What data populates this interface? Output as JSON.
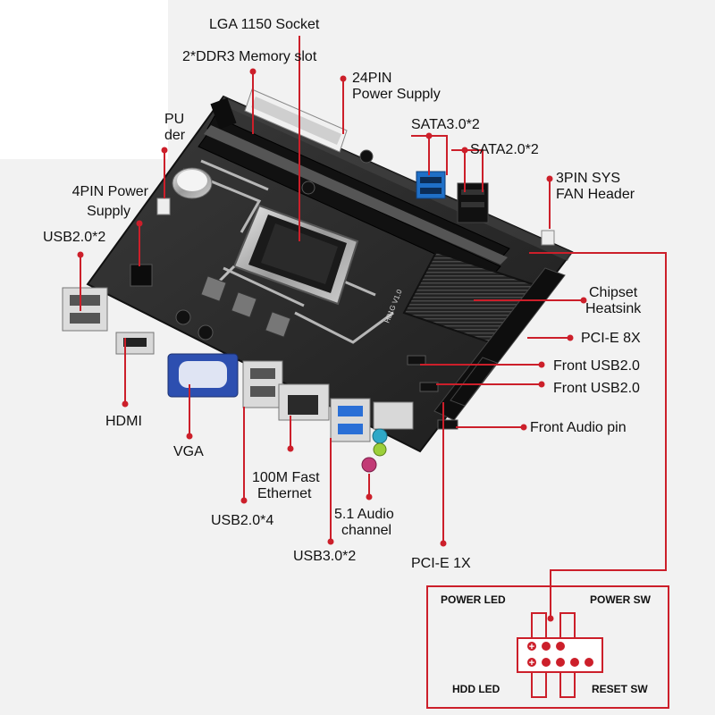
{
  "labels": {
    "lga_socket": "LGA 1150 Socket",
    "ddr3_slot": "2*DDR3 Memory slot",
    "power_24pin_l1": "24PIN",
    "power_24pin_l2": "Power Supply",
    "cpu_fan_l1": "PU",
    "cpu_fan_l2": "der",
    "sata3": "SATA3.0*2",
    "sata2": "SATA2.0*2",
    "sys_fan_l1": "3PIN SYS",
    "sys_fan_l2": "FAN Header",
    "power_4pin_l1": "4PIN Power",
    "power_4pin_l2": "Supply",
    "usb20x2": "USB2.0*2",
    "chipset_l1": "Chipset",
    "chipset_l2": "Heatsink",
    "pcie8x": "PCI-E 8X",
    "front_usb_1": "Front USB2.0",
    "front_usb_2": "Front USB2.0",
    "front_audio": "Front Audio pin",
    "hdmi": "HDMI",
    "vga": "VGA",
    "ethernet_l1": "100M Fast",
    "ethernet_l2": "Ethernet",
    "usb20x4": "USB2.0*4",
    "audio_l1": "5.1 Audio",
    "audio_l2": "channel",
    "usb30x2": "USB3.0*2",
    "pcie1x": "PCI-E 1X"
  },
  "board_marks": {
    "model": "H81G V1.0"
  },
  "panel": {
    "power_led": "POWER LED",
    "power_sw": "POWER SW",
    "hdd_led": "HDD LED",
    "reset_sw": "RESET SW",
    "plus": "+"
  },
  "colors": {
    "leader": "#cc1f2a",
    "board": "#2b2b2b",
    "sata_blue": "#1f6fc7",
    "vga_blue": "#2d4fb0",
    "usb3_blue": "#2a6fd6",
    "audio_teal": "#2fa8c7",
    "audio_pink": "#c23a76"
  }
}
